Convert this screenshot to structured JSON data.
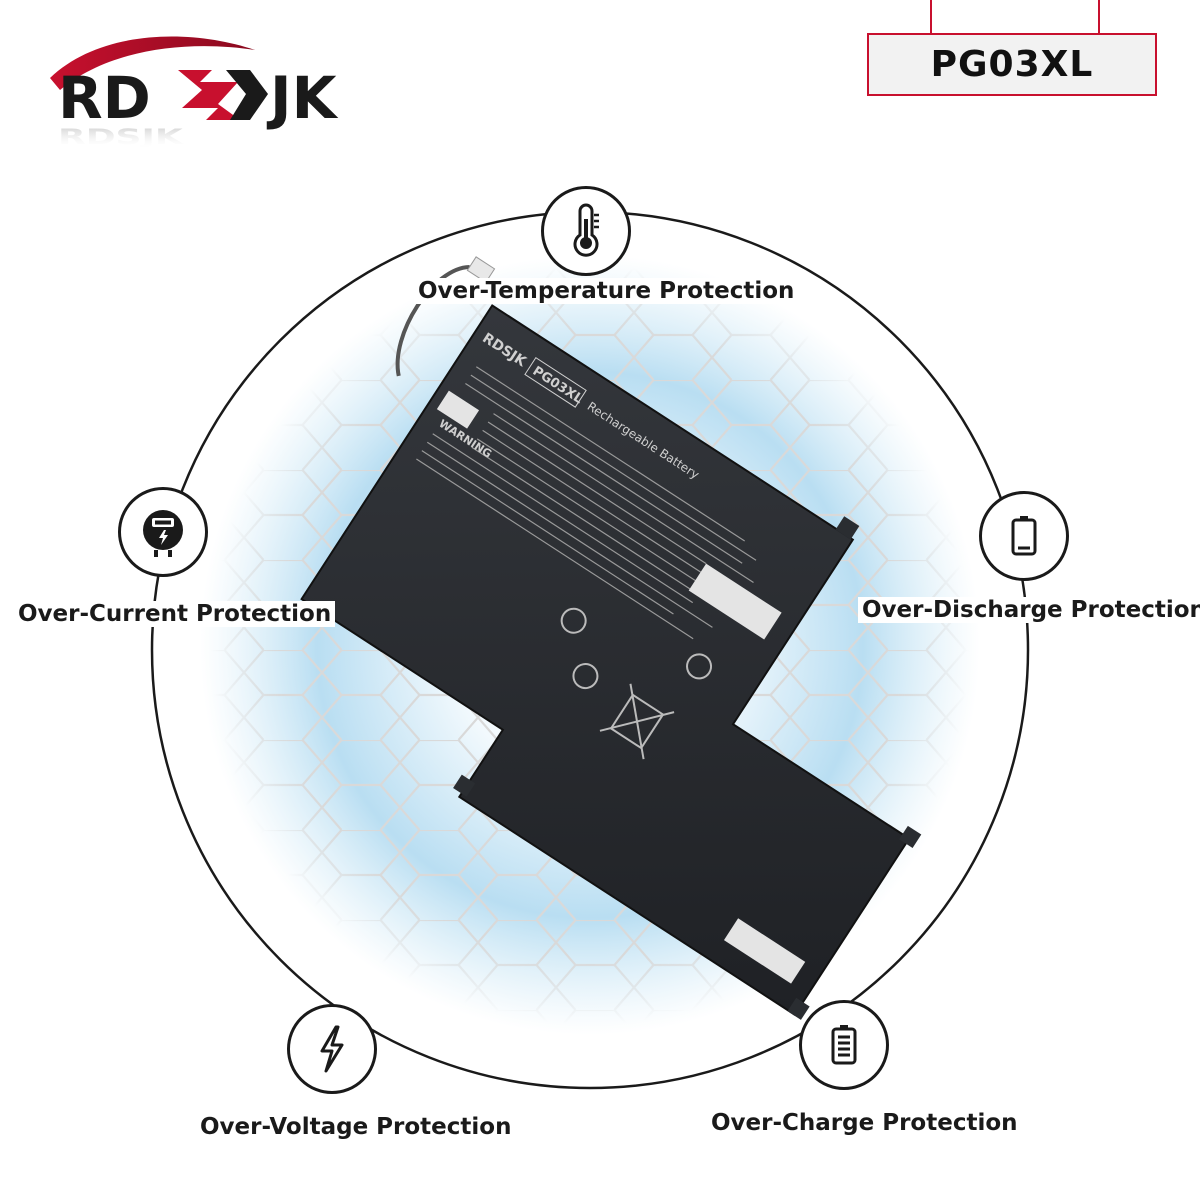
{
  "brand": {
    "logo_text": "RDSJK",
    "accent_color": "#c8102e",
    "text_color": "#1a1a1a"
  },
  "model": {
    "label": "PG03XL"
  },
  "features": {
    "over_temperature": {
      "label": "Over-Temperature Protection",
      "icon": "thermometer-icon"
    },
    "over_current": {
      "label": "Over-Current Protection",
      "icon": "current-meter-icon"
    },
    "over_discharge": {
      "label": "Over-Discharge Protection",
      "icon": "battery-empty-icon"
    },
    "over_voltage": {
      "label": "Over-Voltage Protection",
      "icon": "lightning-bolt-icon"
    },
    "over_charge": {
      "label": "Over-Charge Protection",
      "icon": "battery-full-icon"
    }
  },
  "battery": {
    "brand_text": "RDSJK",
    "model_text": "PG03XL",
    "subtitle": "Rechargeable Battery",
    "warning_text": "WARNING",
    "body_color": "#2a2d31"
  }
}
